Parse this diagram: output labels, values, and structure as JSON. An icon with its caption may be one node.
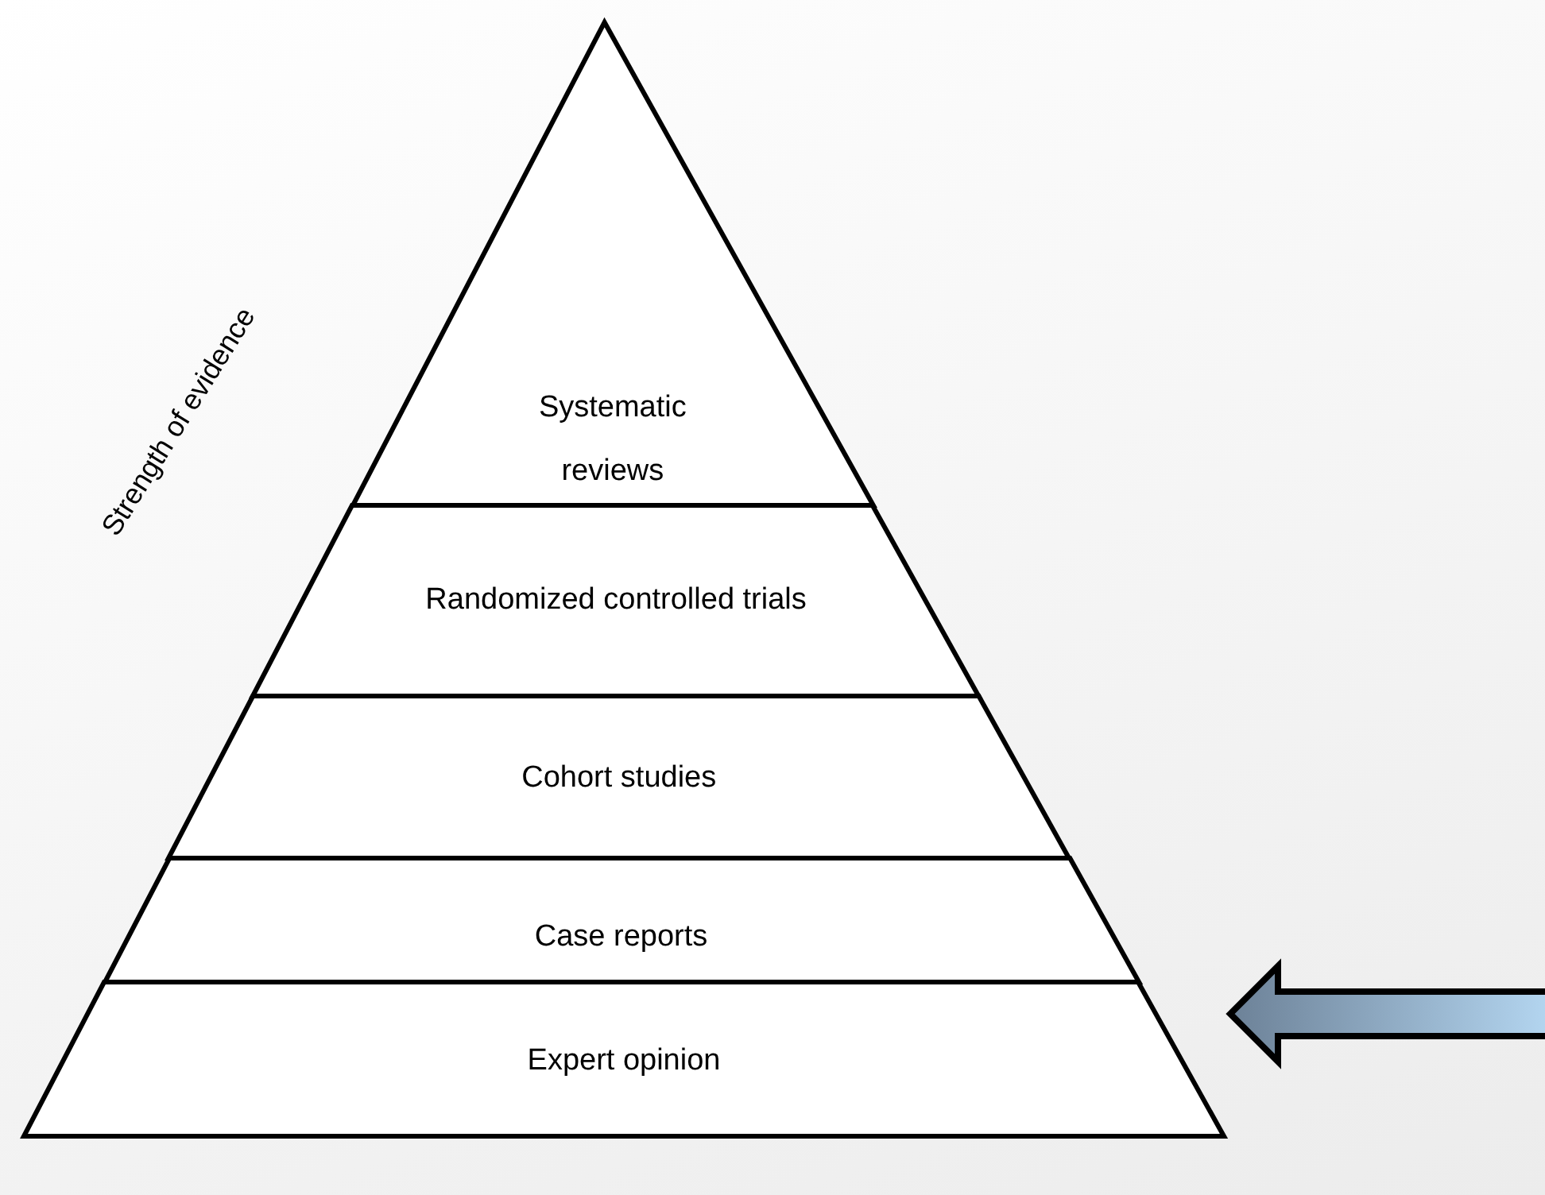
{
  "diagram": {
    "nodes": [
      {
        "text": [
          "Systematic reviews"
        ]
      },
      {
        "text": [
          "Randomized controlled trials"
        ]
      },
      {
        "text": [
          "Cohort studies"
        ]
      },
      {
        "text": [
          "Case reports"
        ]
      },
      {
        "text": [
          "Expert opinion"
        ]
      }
    ],
    "edges": [
      {
        "from": null,
        "to": 4,
        "arrow": "to"
      }
    ],
    "labels": [
      "Strength of evidence"
    ]
  }
}
